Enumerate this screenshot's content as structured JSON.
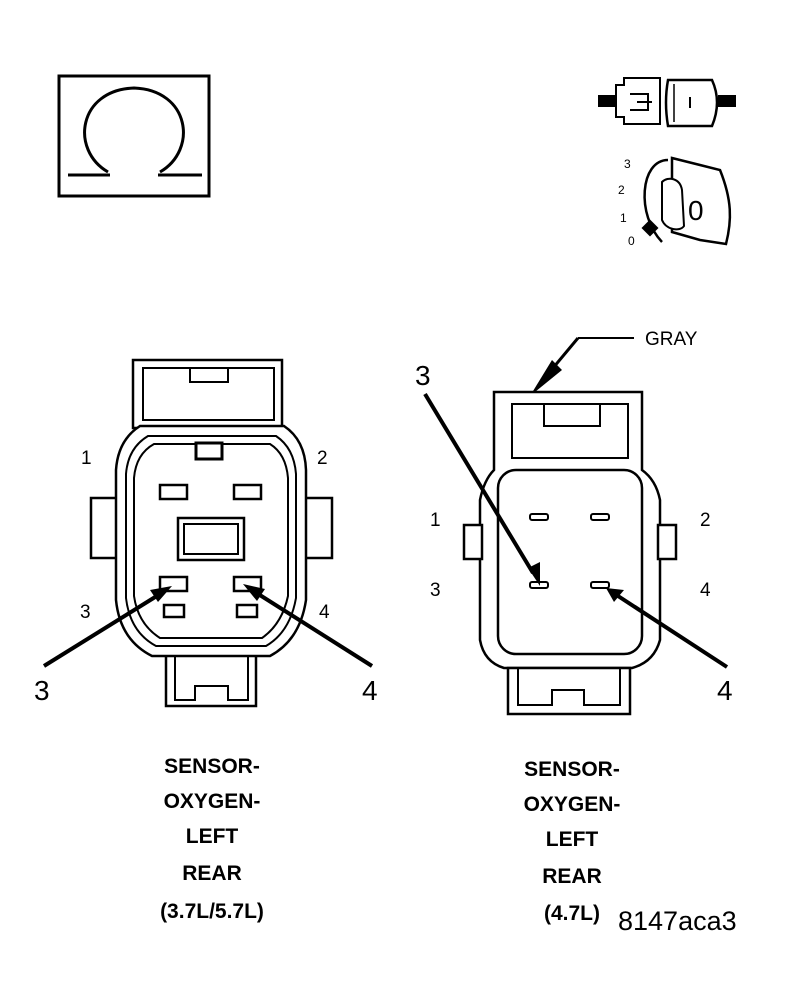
{
  "icons": {
    "ohm": "ohm-symbol-icon",
    "disconnect": "unplugged-connector-icon",
    "ignition": "ignition-key-off-icon"
  },
  "ignition": {
    "positions": [
      "3",
      "2",
      "1",
      "0"
    ],
    "key_label": "0"
  },
  "left_connector": {
    "pin_labels": [
      "1",
      "2",
      "3",
      "4"
    ],
    "callouts": [
      "3",
      "4"
    ],
    "caption": [
      "SENSOR-",
      "OXYGEN-",
      "LEFT",
      "REAR",
      "(3.7L/5.7L)"
    ]
  },
  "right_connector": {
    "color_label": "GRAY",
    "pin_labels": [
      "1",
      "2",
      "3",
      "4"
    ],
    "callouts": [
      "3",
      "4"
    ],
    "caption": [
      "SENSOR-",
      "OXYGEN-",
      "LEFT",
      "REAR",
      "(4.7L)"
    ]
  },
  "figure_id": "8147aca3"
}
